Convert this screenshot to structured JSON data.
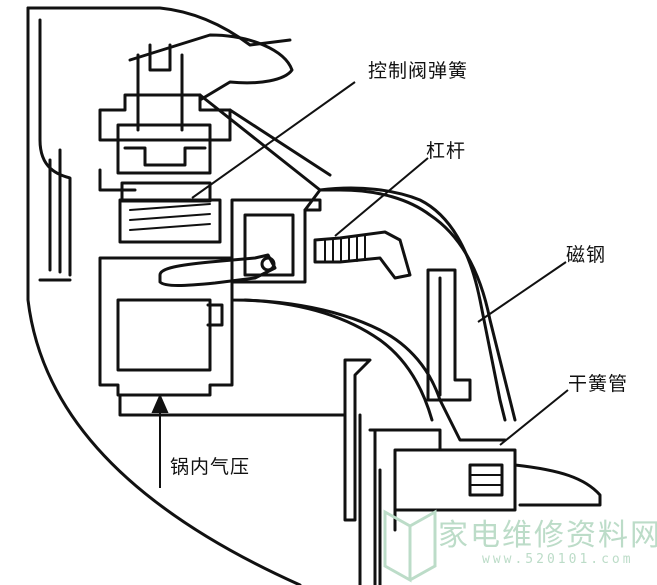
{
  "labels": {
    "control_valve_spring": "控制阀弹簧",
    "lever": "杠杆",
    "magnet": "磁钢",
    "reed_switch": "干簧管",
    "pot_pressure": "锅内气压"
  },
  "watermark": {
    "text": "家电维修资料网",
    "url": "www.520101.com"
  }
}
